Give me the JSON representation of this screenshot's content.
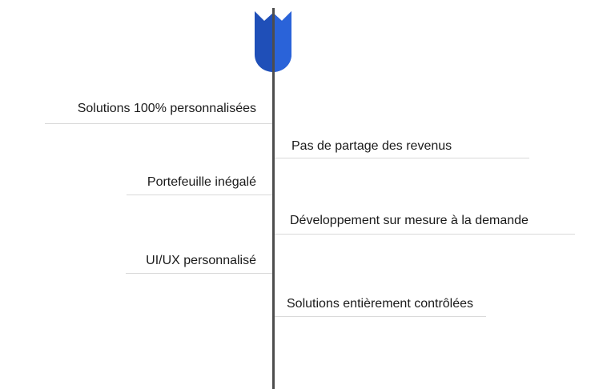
{
  "brand": {
    "accent_color": "#1f4fb8",
    "accent_light": "#2a63d9",
    "axis_color": "#4d4d4d",
    "icon": "shield-icon"
  },
  "features": {
    "left": [
      "Solutions 100% personnalisées",
      "Portefeuille inégalé",
      "UI/UX personnalisé"
    ],
    "right": [
      "Pas de partage des revenus",
      "Développement sur mesure à la demande",
      "Solutions entièrement contrôlées"
    ]
  }
}
